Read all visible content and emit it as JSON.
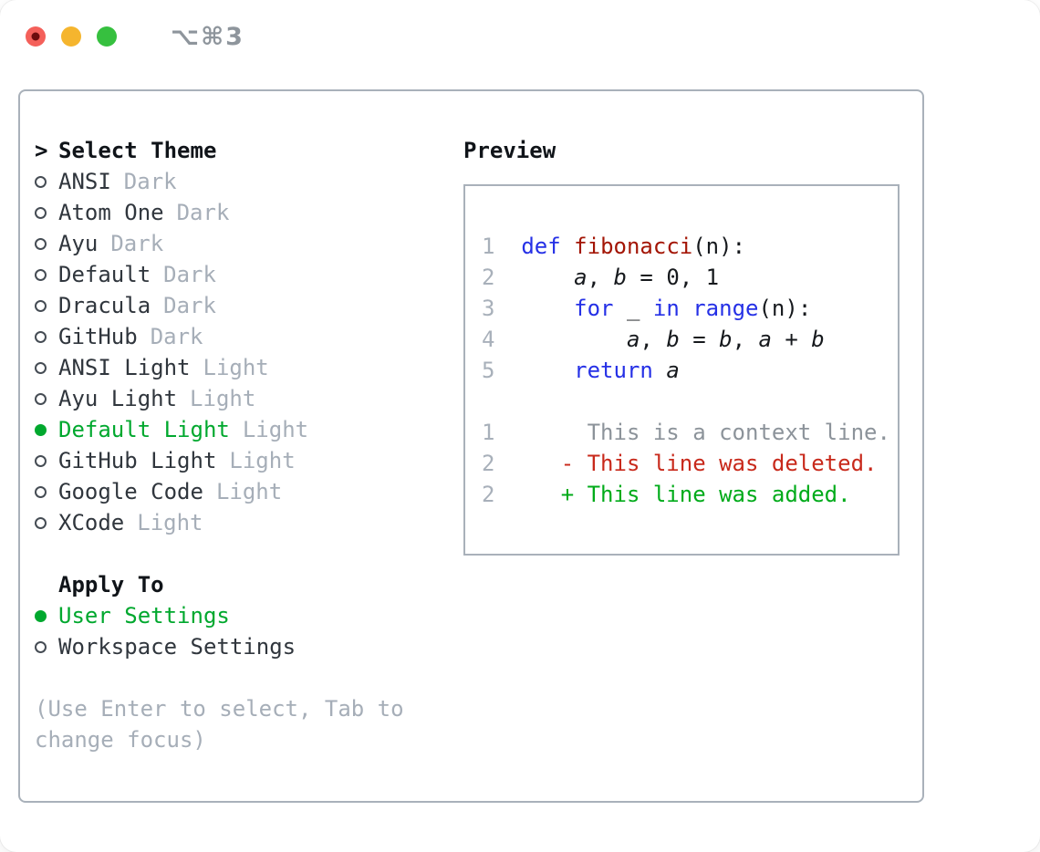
{
  "window": {
    "title": "⌥⌘3",
    "traffic_lights": [
      "close",
      "minimize",
      "zoom"
    ]
  },
  "theme_menu": {
    "header_marker": ">",
    "header": "Select Theme",
    "items": [
      {
        "name": "ANSI",
        "variant": "Dark",
        "selected": false
      },
      {
        "name": "Atom One",
        "variant": "Dark",
        "selected": false
      },
      {
        "name": "Ayu",
        "variant": "Dark",
        "selected": false
      },
      {
        "name": "Default",
        "variant": "Dark",
        "selected": false
      },
      {
        "name": "Dracula",
        "variant": "Dark",
        "selected": false
      },
      {
        "name": "GitHub",
        "variant": "Dark",
        "selected": false
      },
      {
        "name": "ANSI Light",
        "variant": "Light",
        "selected": false
      },
      {
        "name": "Ayu Light",
        "variant": "Light",
        "selected": false
      },
      {
        "name": "Default Light",
        "variant": "Light",
        "selected": true
      },
      {
        "name": "GitHub Light",
        "variant": "Light",
        "selected": false
      },
      {
        "name": "Google Code",
        "variant": "Light",
        "selected": false
      },
      {
        "name": "XCode",
        "variant": "Light",
        "selected": false
      }
    ],
    "apply_to": {
      "header": "Apply To",
      "options": [
        {
          "name": "User Settings",
          "selected": true
        },
        {
          "name": "Workspace Settings",
          "selected": false
        }
      ]
    },
    "hint_lines": [
      "(Use Enter to select, Tab to",
      "change focus)"
    ]
  },
  "preview": {
    "title": "Preview",
    "code_lines": [
      [
        {
          "c": "ln",
          "t": "1  "
        },
        {
          "c": "kw",
          "t": "def"
        },
        {
          "c": "pl",
          "t": " "
        },
        {
          "c": "fn",
          "t": "fibonacci"
        },
        {
          "c": "pl",
          "t": "(n):"
        }
      ],
      [
        {
          "c": "ln",
          "t": "2  "
        },
        {
          "c": "pl",
          "t": "    "
        },
        {
          "c": "it",
          "t": "a"
        },
        {
          "c": "pl",
          "t": ", "
        },
        {
          "c": "it",
          "t": "b"
        },
        {
          "c": "pl",
          "t": " = 0, 1"
        }
      ],
      [
        {
          "c": "ln",
          "t": "3  "
        },
        {
          "c": "pl",
          "t": "    "
        },
        {
          "c": "kw",
          "t": "for"
        },
        {
          "c": "pl",
          "t": " _ "
        },
        {
          "c": "kw",
          "t": "in"
        },
        {
          "c": "pl",
          "t": " "
        },
        {
          "c": "kw",
          "t": "range"
        },
        {
          "c": "pl",
          "t": "(n):"
        }
      ],
      [
        {
          "c": "ln",
          "t": "4  "
        },
        {
          "c": "pl",
          "t": "        "
        },
        {
          "c": "it",
          "t": "a"
        },
        {
          "c": "pl",
          "t": ", "
        },
        {
          "c": "it",
          "t": "b"
        },
        {
          "c": "pl",
          "t": " = "
        },
        {
          "c": "it",
          "t": "b"
        },
        {
          "c": "pl",
          "t": ", "
        },
        {
          "c": "it",
          "t": "a"
        },
        {
          "c": "pl",
          "t": " + "
        },
        {
          "c": "it",
          "t": "b"
        }
      ],
      [
        {
          "c": "ln",
          "t": "5  "
        },
        {
          "c": "pl",
          "t": "    "
        },
        {
          "c": "kw",
          "t": "return"
        },
        {
          "c": "pl",
          "t": " "
        },
        {
          "c": "it",
          "t": "a"
        }
      ],
      [],
      [
        {
          "c": "ln",
          "t": "1"
        },
        {
          "c": "ctx",
          "t": "       This is a context line."
        }
      ],
      [
        {
          "c": "ln",
          "t": "2"
        },
        {
          "c": "del",
          "t": "     - This line was deleted."
        }
      ],
      [
        {
          "c": "ln",
          "t": "2"
        },
        {
          "c": "add",
          "t": "     + This line was added."
        }
      ]
    ]
  },
  "colors": {
    "accent_green": "#00a82e",
    "added_green": "#00ab1a",
    "deleted_red": "#c8291b",
    "keyword_blue": "#2530e6",
    "function_red": "#a31505",
    "muted_gray": "#a6aeb8",
    "context_gray": "#8c939a",
    "border_gray": "#a9b1ba",
    "traffic_red": "#f4605a",
    "traffic_yellow": "#f5b52e",
    "traffic_green": "#36c03f"
  }
}
